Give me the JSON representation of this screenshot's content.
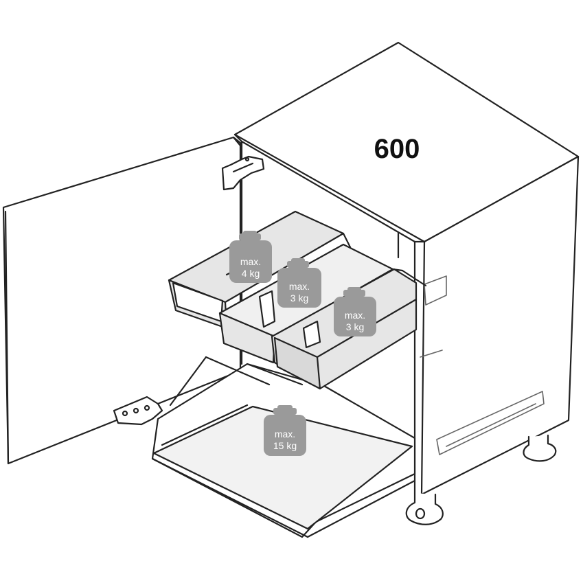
{
  "diagram": {
    "width_label": "600",
    "weights": [
      {
        "id": "top-left",
        "line1": "max.",
        "line2": "4 kg"
      },
      {
        "id": "top-middle",
        "line1": "max.",
        "line2": "3 kg"
      },
      {
        "id": "top-right",
        "line1": "max.",
        "line2": "3 kg"
      },
      {
        "id": "bottom",
        "line1": "max.",
        "line2": "15 kg"
      }
    ],
    "colors": {
      "line": "#222222",
      "weight_fill": "#9a9a9a",
      "tray_fill": "#e6e6e6",
      "background": "#ffffff"
    }
  }
}
